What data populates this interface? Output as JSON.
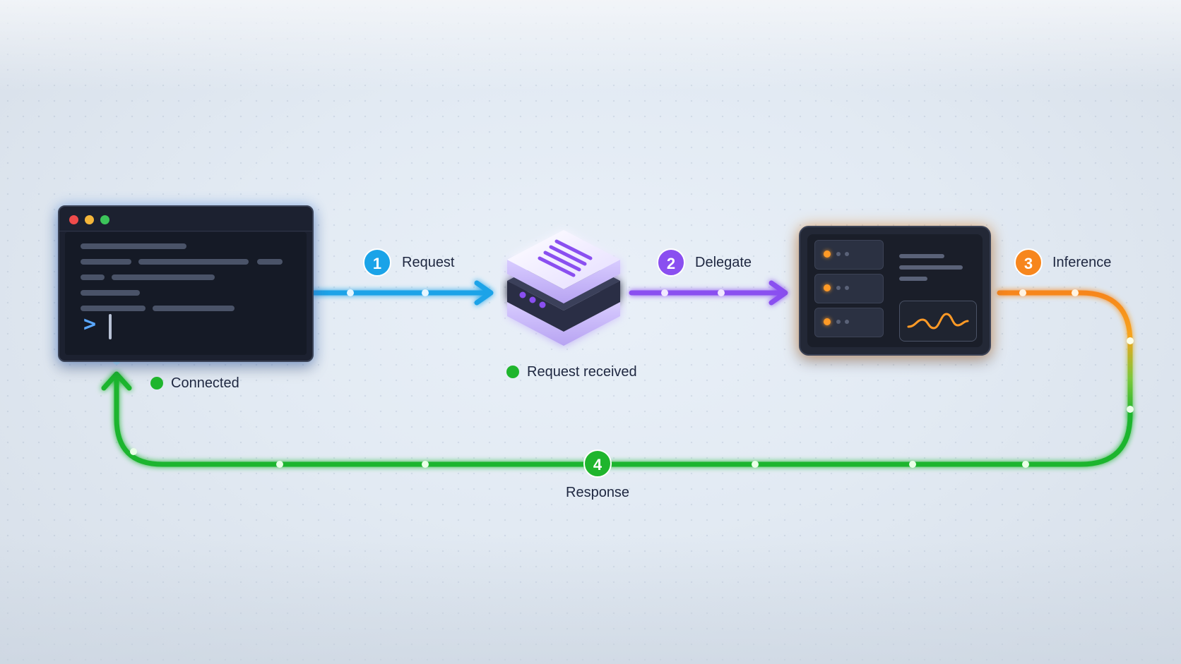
{
  "steps": [
    {
      "number": "1",
      "label": "Request",
      "color": "#1aa3e8"
    },
    {
      "number": "2",
      "label": "Delegate",
      "color": "#8a4ff0"
    },
    {
      "number": "3",
      "label": "Inference",
      "color": "#f7861d"
    },
    {
      "number": "4",
      "label": "Response",
      "color": "#1fb52d"
    }
  ],
  "nodes": {
    "client": {
      "icon": "terminal-window-icon",
      "status": "Connected"
    },
    "gateway": {
      "icon": "stacked-server-icon",
      "status": "Request received"
    },
    "model_server": {
      "icon": "server-dashboard-icon"
    }
  },
  "colors": {
    "status_ok": "#1fb52d",
    "request": "#1aa3e8",
    "delegate": "#8a4ff0",
    "inference": "#f7861d",
    "response": "#1fb52d"
  }
}
